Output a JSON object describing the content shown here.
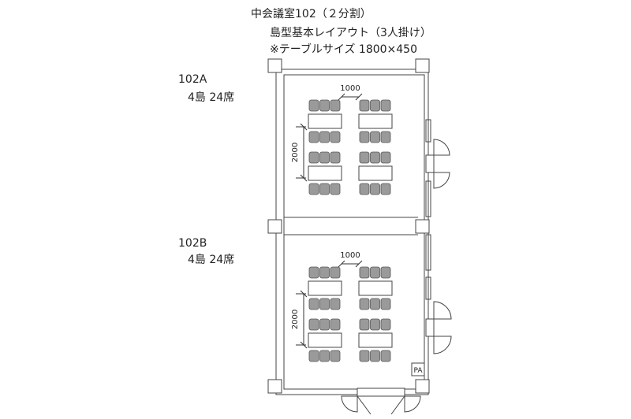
{
  "header": {
    "title": "中会議室102（２分割）",
    "layout": "島型基本レイアウト（3人掛け）",
    "table_size": "※テーブルサイズ  1800×450"
  },
  "rooms": [
    {
      "name": "102A",
      "capacity": "4島  24席",
      "dim_h": "1000",
      "dim_v": "2000"
    },
    {
      "name": "102B",
      "capacity": "4島  24席",
      "dim_h": "1000",
      "dim_v": "2000"
    }
  ],
  "pa_label": "PA"
}
